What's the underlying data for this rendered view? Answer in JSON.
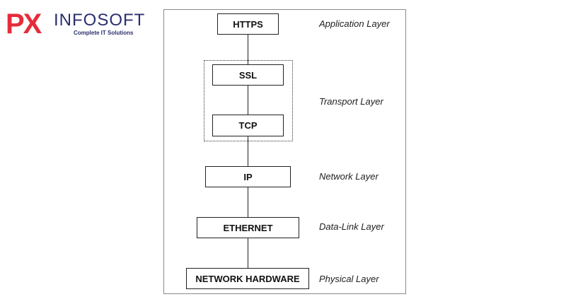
{
  "logo": {
    "mark": "PX",
    "word": "INFOSOFT",
    "tagline": "Complete IT Solutions",
    "colors": {
      "mark": "#e42d3a",
      "text": "#2b2f6e"
    }
  },
  "diagram": {
    "boxes": {
      "https": "HTTPS",
      "ssl": "SSL",
      "tcp": "TCP",
      "ip": "IP",
      "ethernet": "ETHERNET",
      "network_hardware": "NETWORK HARDWARE"
    },
    "layers": {
      "application": "Application Layer",
      "transport": "Transport Layer",
      "network": "Network Layer",
      "data_link": "Data-Link Layer",
      "physical": "Physical Layer"
    }
  }
}
